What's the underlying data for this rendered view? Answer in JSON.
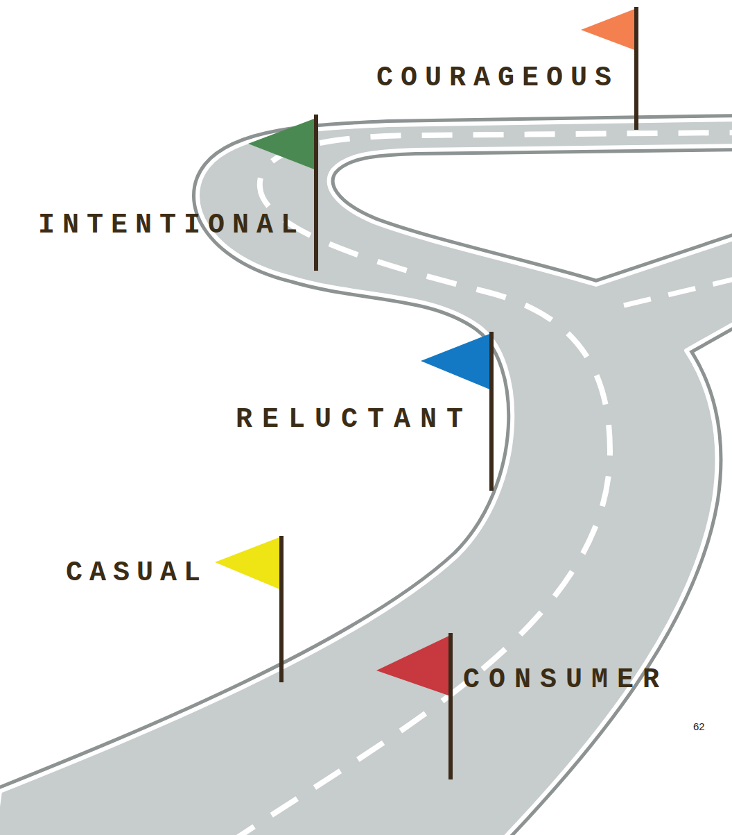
{
  "diagram": {
    "labels": [
      "COURAGEOUS",
      "INTENTIONAL",
      "RELUCTANT",
      "CASUAL",
      "CONSUMER",
      "62"
    ]
  }
}
